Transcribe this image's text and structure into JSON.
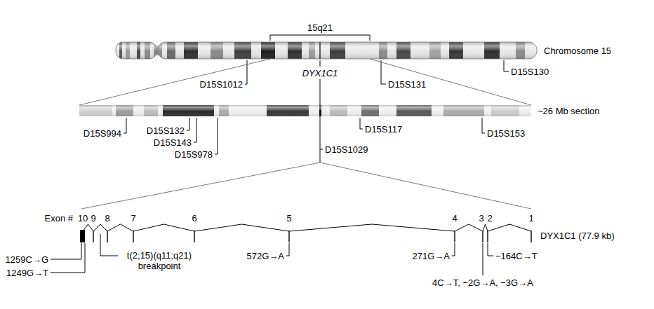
{
  "diagram": {
    "labels": [
      "15q21",
      "Chromosome 15",
      "D15S1012",
      "DYX1C1",
      "D15S131",
      "D15S130",
      "~26 Mb section",
      "D15S994",
      "D15S132",
      "D15S143",
      "D15S1029",
      "D15S117",
      "D15S153",
      "D15S978",
      "Exon #",
      "10",
      "9",
      "8",
      "7",
      "6",
      "5",
      "4",
      "3",
      "2",
      "1",
      "DYX1C1 (77.9 kb)",
      "1259C→G",
      "t(2;15)(q11;q21) breakpoint",
      "572G→A",
      "271G→A",
      "−164C→T",
      "1249G→T",
      "4C→T, −2G→A, −3G→A"
    ]
  }
}
